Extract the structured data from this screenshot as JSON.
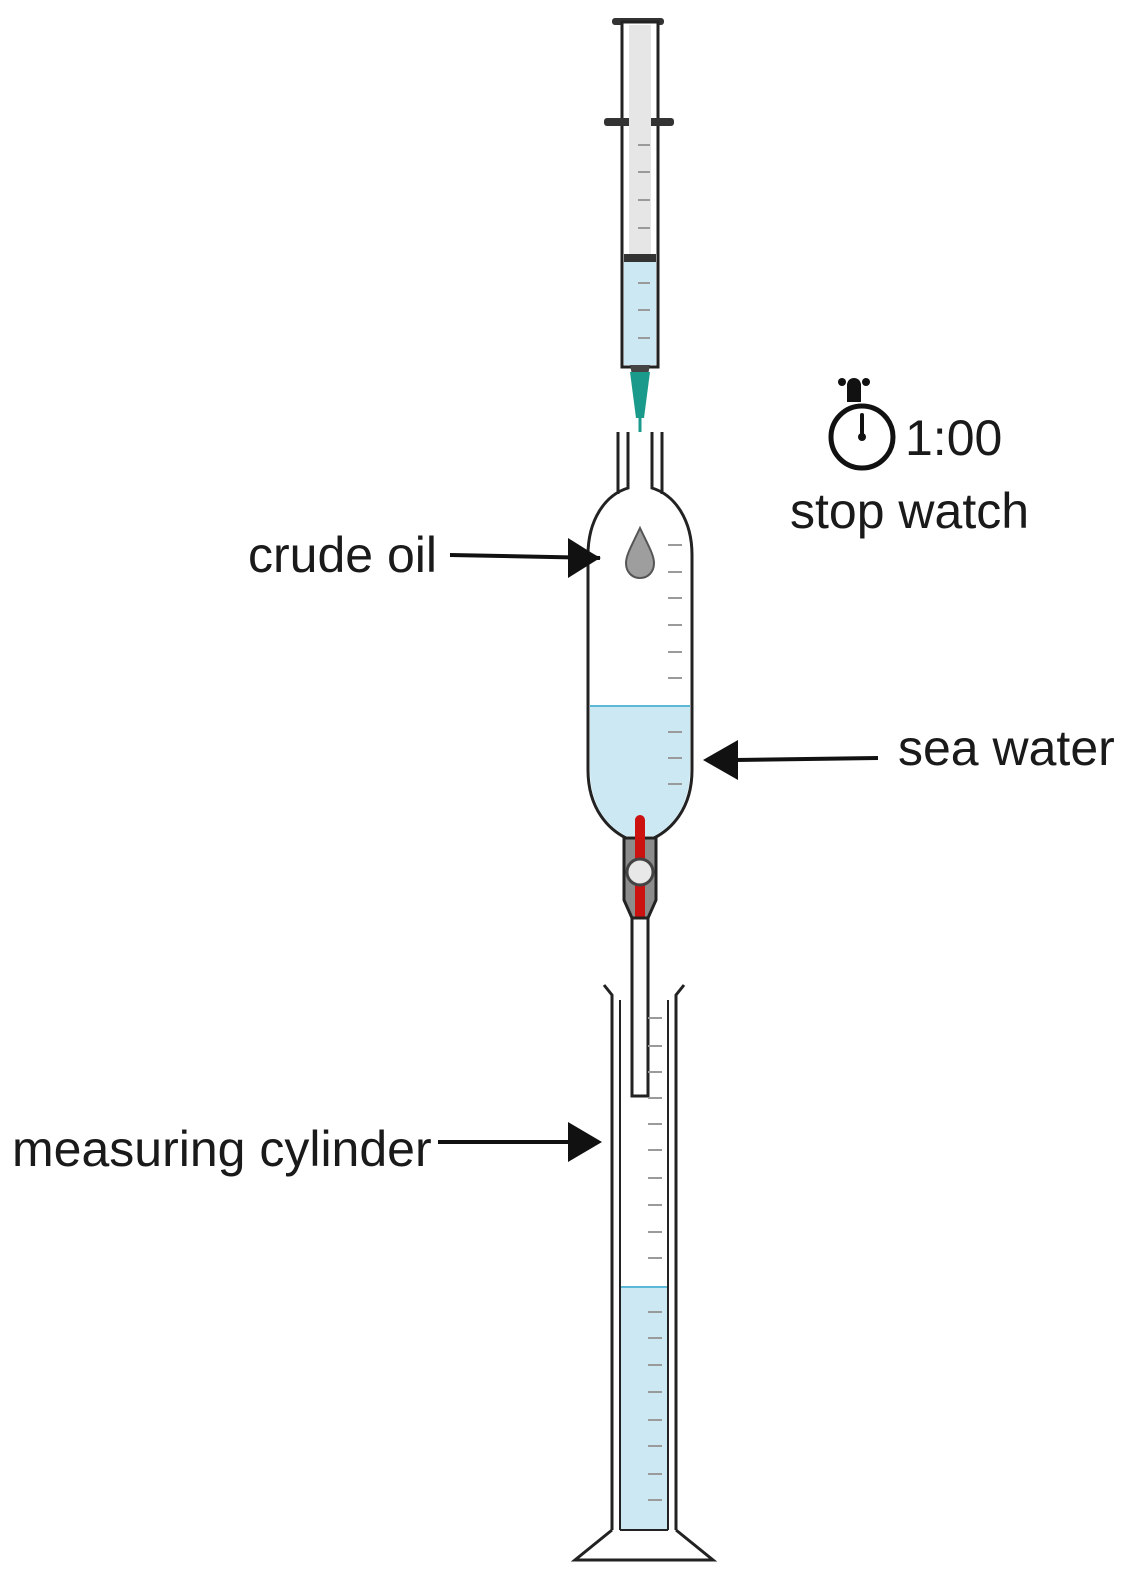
{
  "labels": {
    "crude_oil": "crude oil",
    "sea_water": "sea water",
    "measuring_cylinder": "measuring cylinder",
    "stop_watch": "stop watch",
    "stopwatch_time": "1:00"
  },
  "colors": {
    "water": "#cce9f3",
    "water_line": "#5bb8d6",
    "needle": "#1a9a8a",
    "tap": "#cc1111",
    "oil_drop": "#9e9e9e",
    "outline": "#222222"
  },
  "icons": [
    "stopwatch-icon",
    "arrow-right-icon",
    "arrow-left-icon"
  ]
}
